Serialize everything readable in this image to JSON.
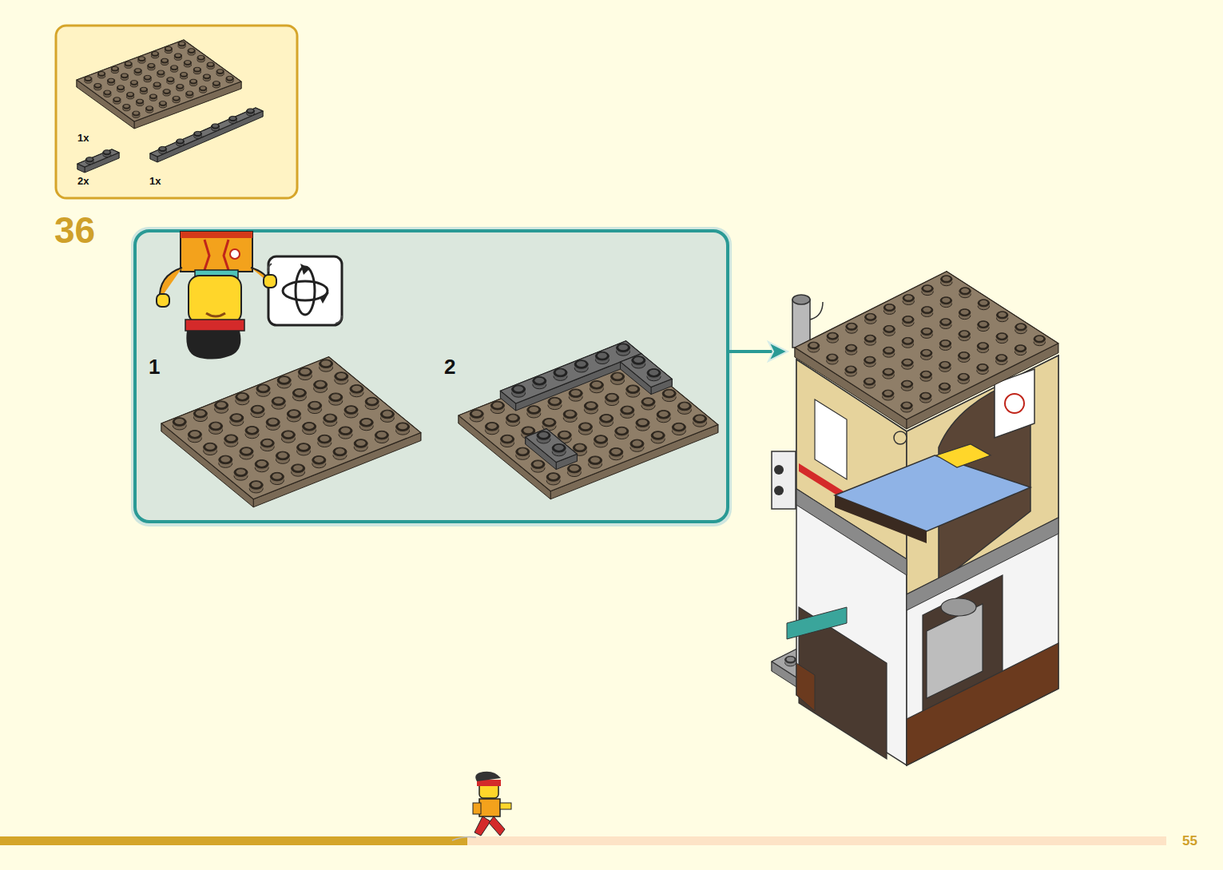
{
  "diagram": {
    "nodes": [
      {
        "text": [
          "1x",
          "2x",
          "1x"
        ]
      },
      {
        "text": [
          "1",
          "2"
        ]
      }
    ],
    "labels": [
      "36",
      "55"
    ]
  }
}
